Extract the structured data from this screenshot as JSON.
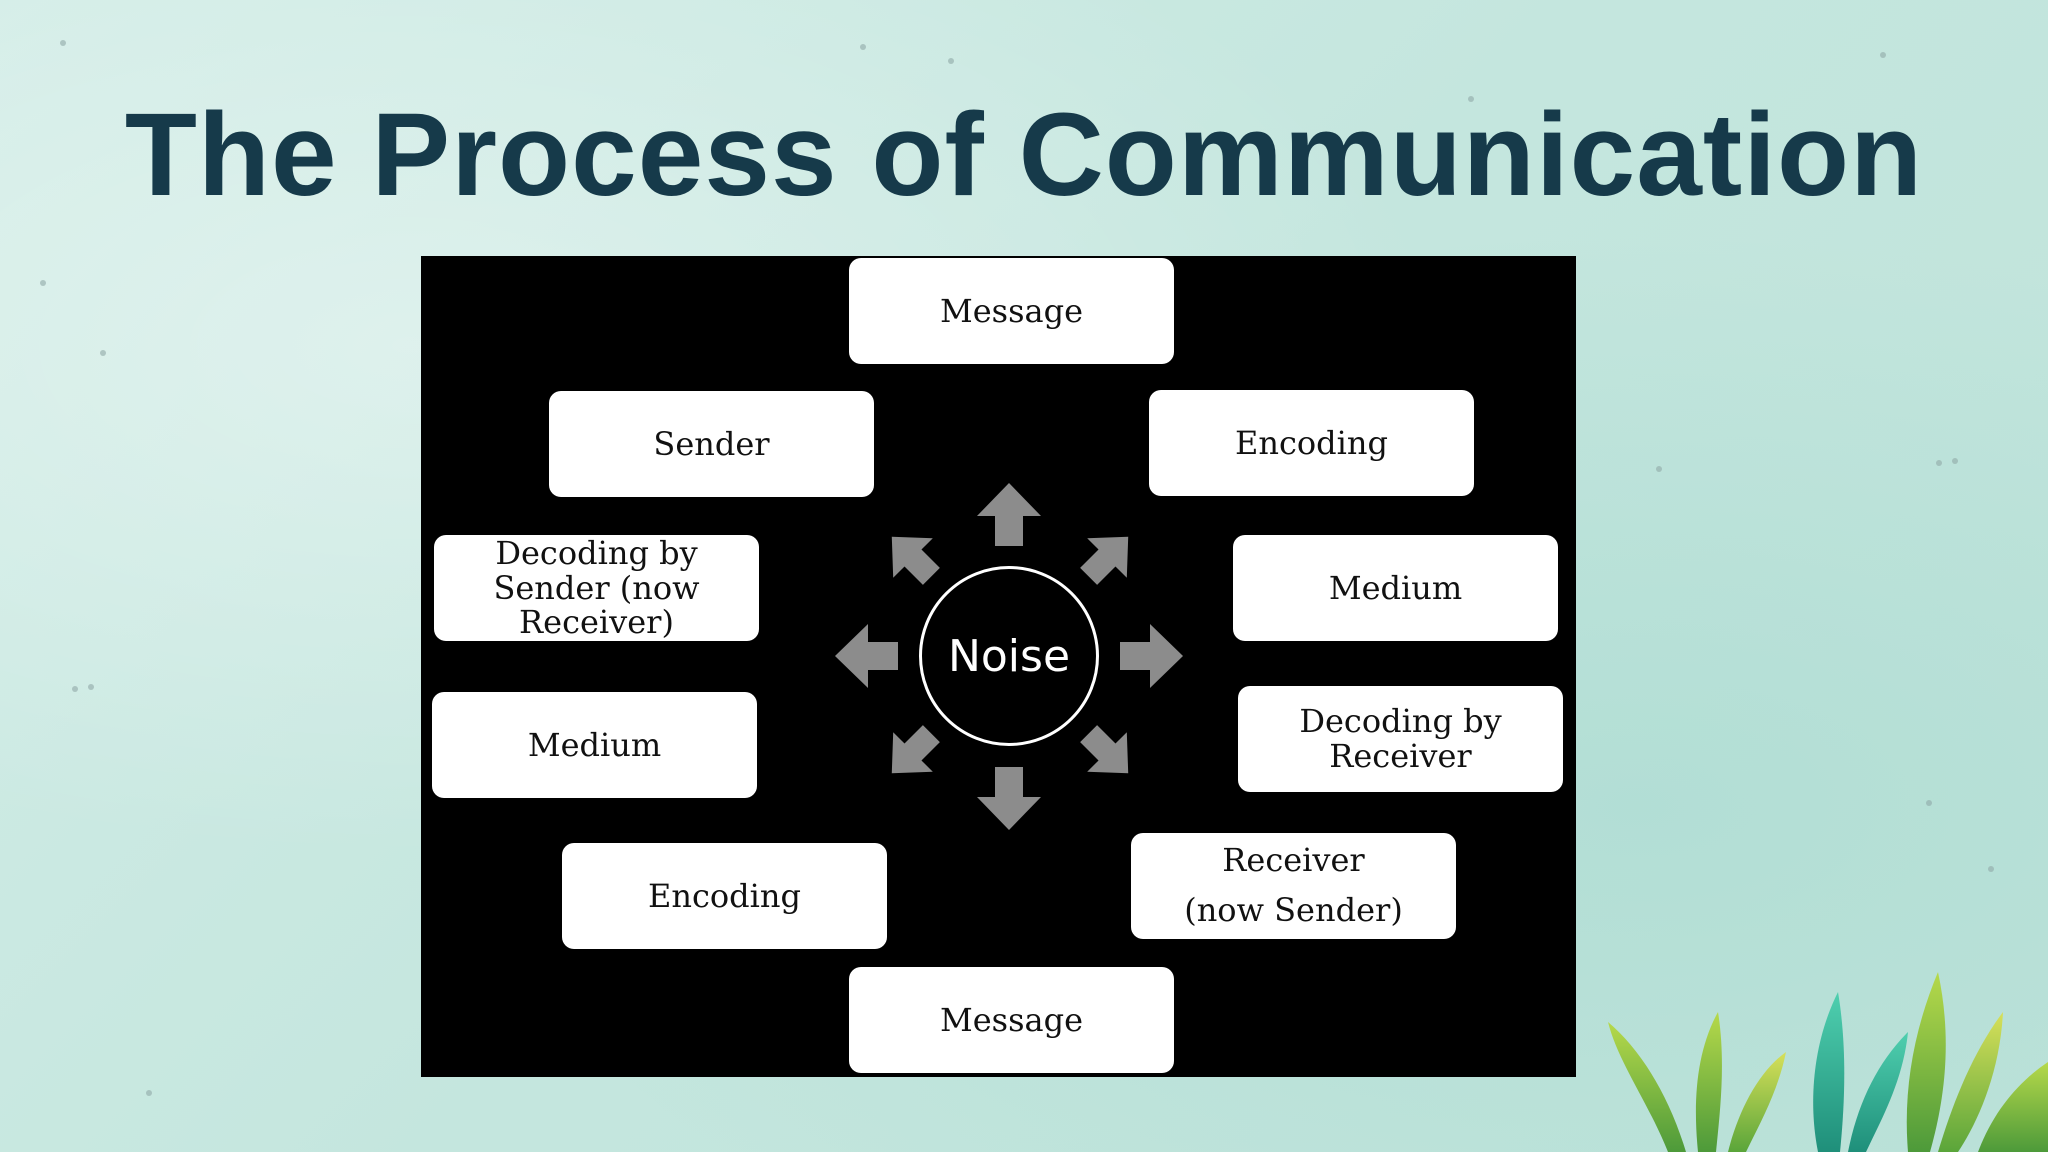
{
  "title": "The Process of Communication",
  "diagram": {
    "center": "Noise",
    "boxes": {
      "message_top": [
        "Message"
      ],
      "sender": [
        "Sender"
      ],
      "encoding_right": [
        "Encoding"
      ],
      "decoding_by_sender": [
        "Decoding by",
        "Sender (now",
        "Receiver)"
      ],
      "medium_right": [
        "Medium"
      ],
      "medium_left": [
        "Medium"
      ],
      "decoding_by_receiver": [
        "Decoding by",
        "Receiver"
      ],
      "encoding_left": [
        "Encoding"
      ],
      "receiver_now_sender": [
        "Receiver",
        "(now Sender)"
      ],
      "message_bottom": [
        "Message"
      ]
    }
  },
  "colors": {
    "background": "#c9e8e1",
    "title": "#163a4a",
    "panel": "#000000",
    "arrow": "#8c8c8c"
  }
}
